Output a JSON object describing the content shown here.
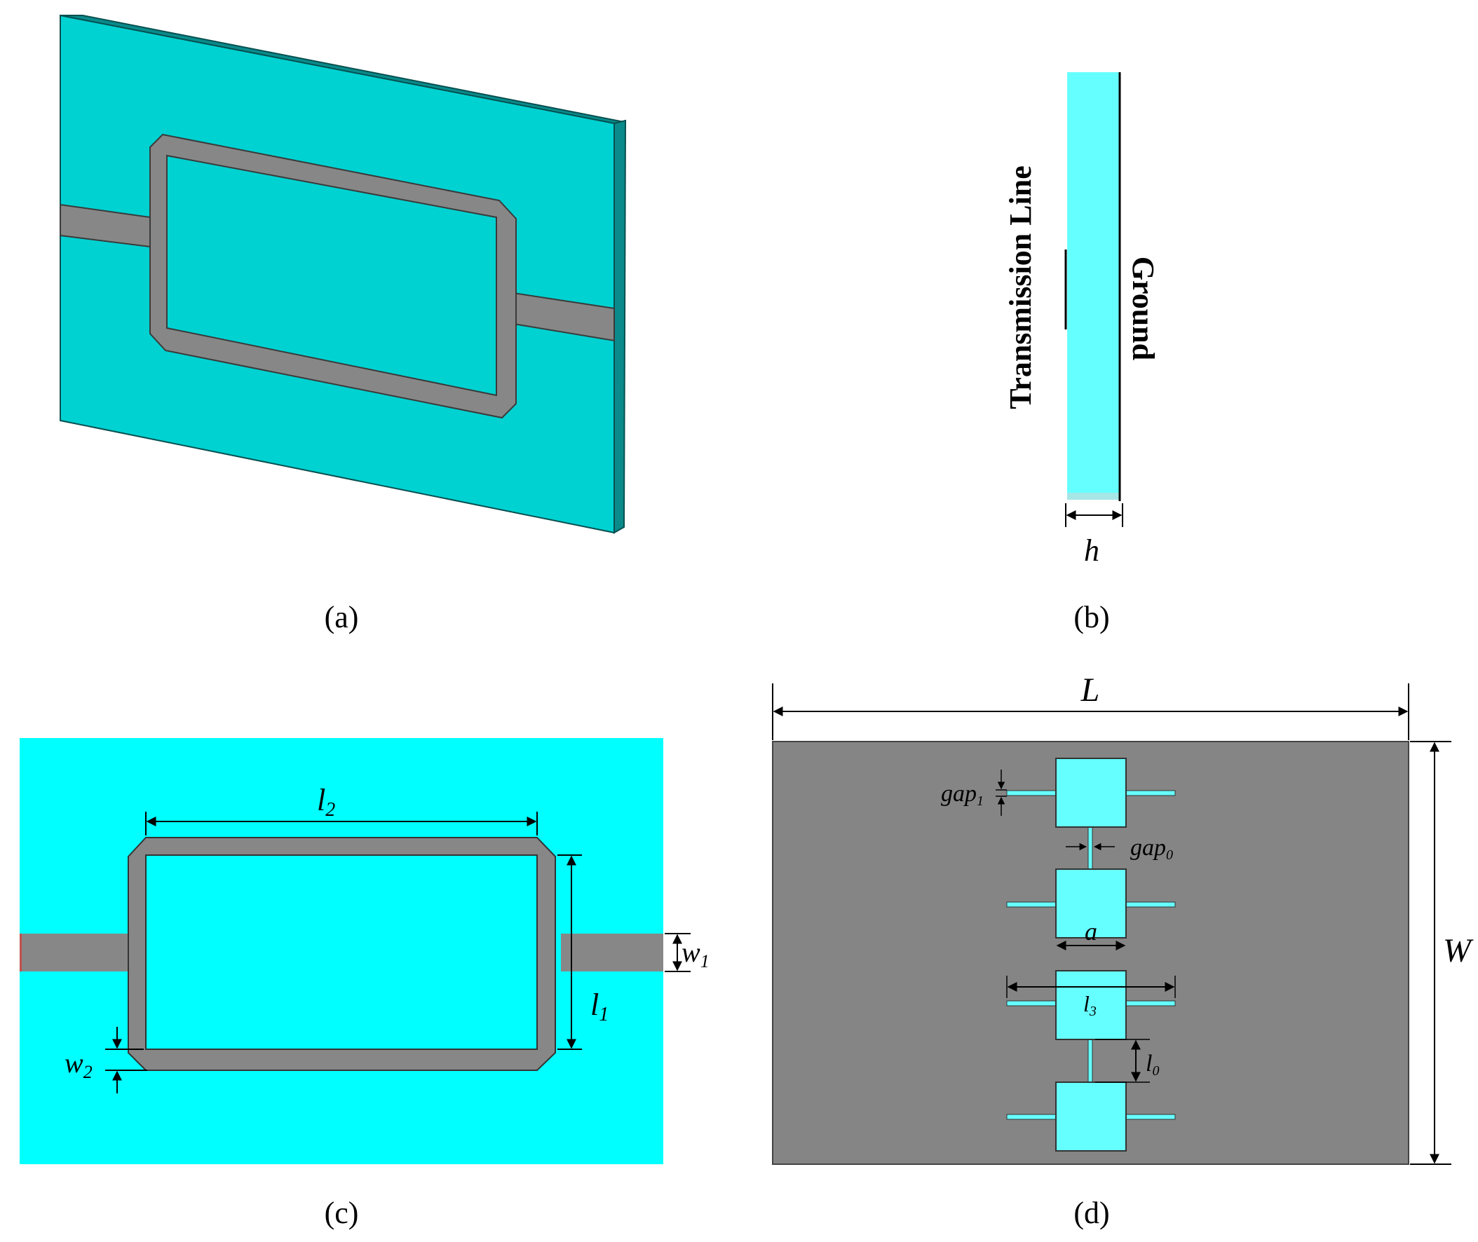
{
  "colors": {
    "substrate_3d": "#00d2d2",
    "substrate_3d_edge": "#0a8a8a",
    "conductor": "#878787",
    "substrate_flat": "#00ffff",
    "side_substrate": "#66ffff",
    "ground_plane": "#858585",
    "unit_cell": "#66ffff",
    "outline": "#000000"
  },
  "panels": {
    "a": {
      "caption": "(a)"
    },
    "b": {
      "caption": "(b)",
      "label_line": "Transmission Line",
      "label_ground": "Ground",
      "dim_h": "h"
    },
    "c": {
      "caption": "(c)",
      "dim_l2": "l",
      "dim_l2_sub": "2",
      "dim_l1": "l",
      "dim_l1_sub": "1",
      "dim_w1": "w",
      "dim_w1_sub": "1",
      "dim_w2": "w",
      "dim_w2_sub": "2"
    },
    "d": {
      "caption": "(d)",
      "dim_L": "L",
      "dim_W": "W",
      "dim_gap1": "gap",
      "dim_gap1_sub": "1",
      "dim_gap0": "gap",
      "dim_gap0_sub": "0",
      "dim_a": "a",
      "dim_l3": "l",
      "dim_l3_sub": "3",
      "dim_l0": "l",
      "dim_l0_sub": "0"
    }
  }
}
